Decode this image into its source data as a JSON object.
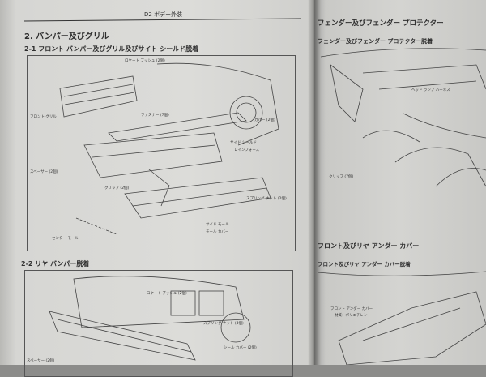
{
  "left_page": {
    "running_header": "D2 ボデー外装",
    "section_title": "2. バンパー及びグリル",
    "subsection_1": "2-1 フロント バンパー及びグリル及びサイト シールド脱着",
    "subsection_2": "2-2 リヤ バンパー脱着",
    "diagram_1_labels": [
      "ロケート ブッシュ (2個)",
      "フロント グリル",
      "ファスナー (7個)",
      "カバー (2個)",
      "サイド シールド",
      "レインフォース",
      "スペーサー (2個)",
      "クリップ (2個)",
      "スプリング ナット (2個)",
      "センター モール",
      "サイド モール",
      "モール カバー"
    ],
    "diagram_2_labels": [
      "ロケート ブッシュ (2個)",
      "スプリング ナット (4個)",
      "スペーサー (2個)",
      "シール カバー (2個)"
    ]
  },
  "right_page": {
    "section_title": "フェンダー及びフェンダー プロテクター",
    "subsection_1": "フェンダー及びフェンダー プロテクター脱着",
    "diagram_1_labels": [
      "ヘッド ランプ ハーネス",
      "クリップ (7個)"
    ],
    "section_title_2": "フロント及びリヤ アンダー カバー",
    "subsection_2": "フロント及びリヤ アンダー カバー脱着",
    "diagram_2_labels": [
      "フロント アンダー カバー",
      "材質：ポリエチレン"
    ]
  }
}
